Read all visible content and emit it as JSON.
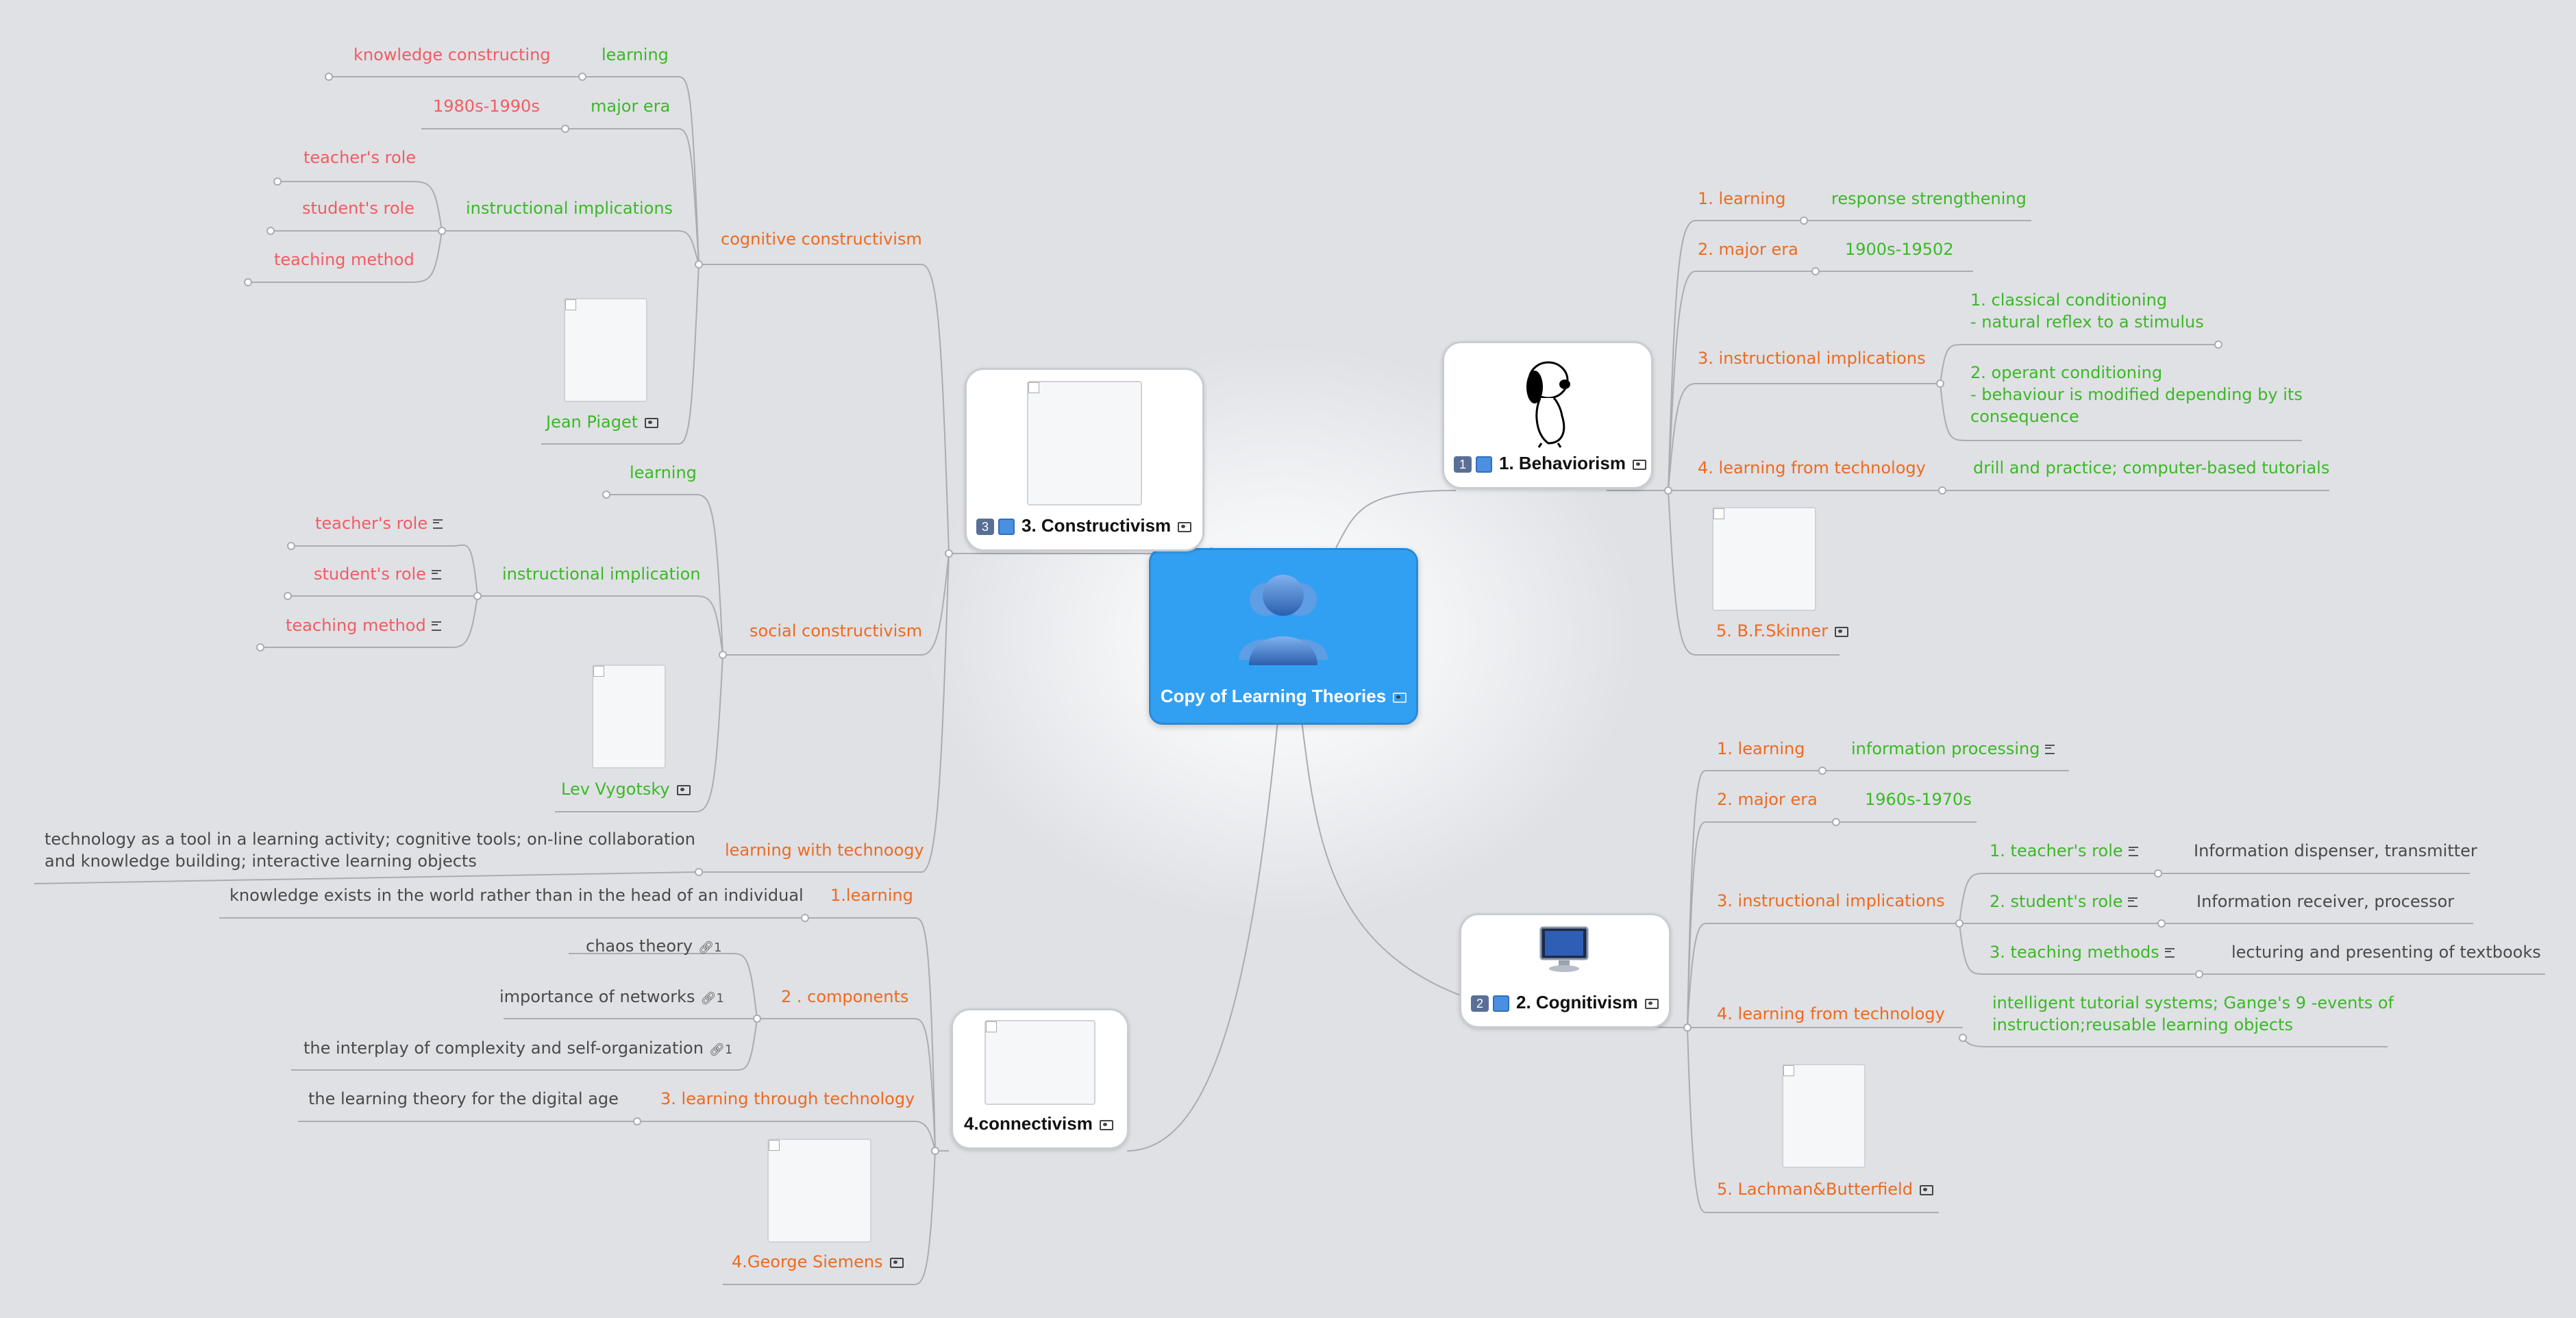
{
  "central": {
    "title": "Copy of Learning Theories"
  },
  "behaviorism": {
    "title": "1. Behaviorism",
    "badge": "1",
    "learning": "1. learning",
    "learning_value": "response strengthening",
    "era": "2. major era",
    "era_value": "1900s-19502",
    "implications": "3. instructional implications",
    "impl_1a": "1. classical conditioning",
    "impl_1b": "- natural reflex to a stimulus",
    "impl_2a": "2. operant conditioning",
    "impl_2b": "- behaviour is modified depending by its",
    "impl_2c": "consequence",
    "tech": "4. learning from technology",
    "tech_value": "drill and practice; computer-based tutorials",
    "person": "5. B.F.Skinner"
  },
  "cognitivism": {
    "title": "2. Cognitivism",
    "badge": "2",
    "learning": "1. learning",
    "learning_value": "information processing",
    "era": "2. major era",
    "era_value": "1960s-1970s",
    "implications": "3. instructional implications",
    "teacher": "1. teacher's role",
    "teacher_value": "Information dispenser, transmitter",
    "student": "2. student's role",
    "student_value": "Information receiver, processor",
    "method": "3. teaching methods",
    "method_value": "lecturing and presenting of textbooks",
    "tech": "4. learning from technology",
    "tech_value_1": "intelligent tutorial systems; Gange's 9 -events of",
    "tech_value_2": "instruction;reusable learning objects",
    "person": "5. Lachman&Butterfield"
  },
  "constructivism": {
    "title": "3. Constructivism",
    "badge": "3",
    "cognitive": "cognitive constructivism",
    "cog_learning": "learning",
    "cog_learning_value": "knowledge constructing",
    "cog_era": "major era",
    "cog_era_value": "1980s-1990s",
    "cog_impl": "instructional implications",
    "cog_teacher": "teacher's role",
    "cog_student": "student's role",
    "cog_method": "teaching method",
    "cog_person": "Jean Piaget",
    "social": "social constructivism",
    "soc_learning": "learning",
    "soc_impl": "instructional implication",
    "soc_teacher": "teacher's role",
    "soc_student": "student's role",
    "soc_method": "teaching method",
    "soc_person": "Lev Vygotsky",
    "tech": "learning with technoogy",
    "tech_value_1": "technology as a tool in a learning activity; cognitive tools; on-line collaboration",
    "tech_value_2": "and knowledge building; interactive learning objects"
  },
  "connectivism": {
    "title": "4.connectivism",
    "learning": "1.learning",
    "learning_value": "knowledge exists in the world rather than in the head of an individual",
    "components": "2 . components",
    "comp_1": "chaos theory",
    "comp_2": "importance of networks",
    "comp_3": "the interplay of complexity and self-organization",
    "link_count": "1",
    "tech": "3. learning through technology",
    "tech_value": "the learning theory for the digital age",
    "person": "4.George Siemens"
  }
}
